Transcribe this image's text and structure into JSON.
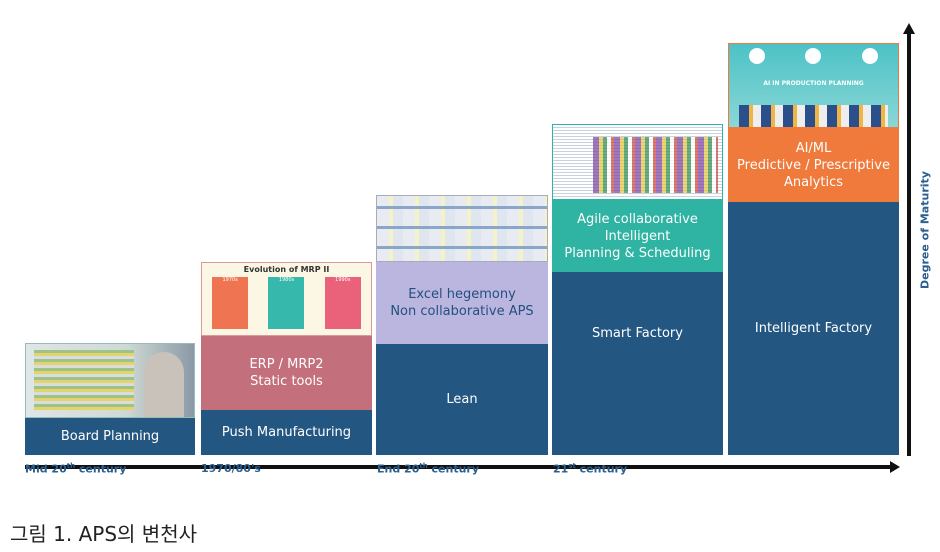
{
  "axis": {
    "y_label": "Degree of Maturity"
  },
  "timeline": [
    {
      "main": "Mid 20",
      "sup": "th",
      "rest": " century"
    },
    {
      "main": "1970/80's",
      "sup": "",
      "rest": ""
    },
    {
      "main": "End 20",
      "sup": "th",
      "rest": " century"
    },
    {
      "main": "21",
      "sup": "st",
      "rest": " century"
    }
  ],
  "stages": [
    {
      "base": "Board Planning"
    },
    {
      "base": "Push Manufacturing",
      "upper": "ERP / MRP2\nStatic tools",
      "image_title": "Evolution of MRP II",
      "image_badges": [
        "1970s",
        "1980s",
        "1990s"
      ]
    },
    {
      "base": "Lean",
      "upper": "Excel hegemony\nNon collaborative APS"
    },
    {
      "base": "Smart Factory",
      "upper": "Agile collaborative\nIntelligent\nPlanning & Scheduling"
    },
    {
      "base": "Intelligent Factory",
      "upper": "AI/ML\nPredictive / Prescriptive\nAnalytics",
      "image_title": "AI IN PRODUCTION PLANNING"
    }
  ],
  "colors": {
    "blue": "#245682",
    "pink": "#c4707c",
    "lavender": "#bbb6df",
    "teal": "#2fb3a3",
    "orange": "#ef7a3b"
  },
  "caption": "그림 1. APS의 변천사"
}
